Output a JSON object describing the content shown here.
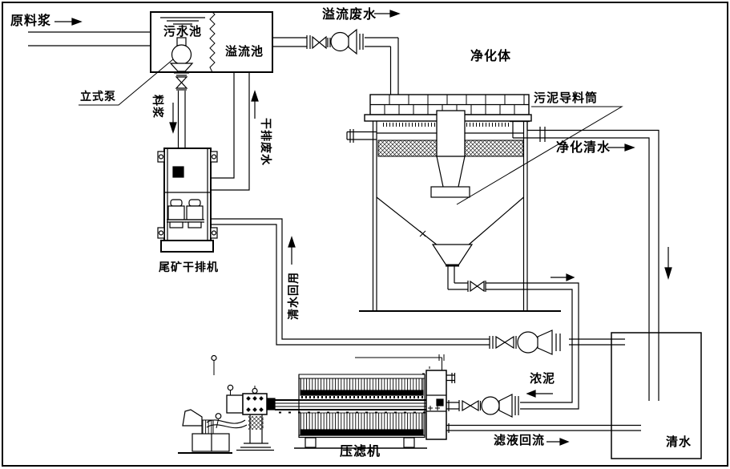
{
  "labels": {
    "raw_slurry": "原料浆",
    "sewage_pool": "污水池",
    "overflow_pool": "溢流池",
    "vertical_pump": "立式泵",
    "slurry_feed": "料浆",
    "dry_discharge_wastewater": "干排废水",
    "overflow_wastewater": "溢流废水",
    "purifier_body": "净化体",
    "sludge_guide_cylinder": "污泥导料筒",
    "purified_clear_water": "净化清水",
    "tailings_dry_discharge_machine": "尾矿干排机",
    "clear_water_reuse": "清水回用",
    "thick_mud": "浓泥",
    "filtrate_return": "滤液回流",
    "filter_press": "压滤机",
    "clear_water": "清水"
  },
  "arrows": {
    "raw_slurry": "right",
    "overflow_wastewater": "right",
    "purified_clear_water": "right",
    "tank_inflow": "down",
    "dry_discharge_wastewater": "up",
    "slurry_feed": "down",
    "clear_water_reuse": "up",
    "thickener_underflow": "right",
    "thick_mud": "left",
    "filtrate_return": "right"
  },
  "colors": {
    "line": "#000000",
    "background": "#ffffff"
  }
}
